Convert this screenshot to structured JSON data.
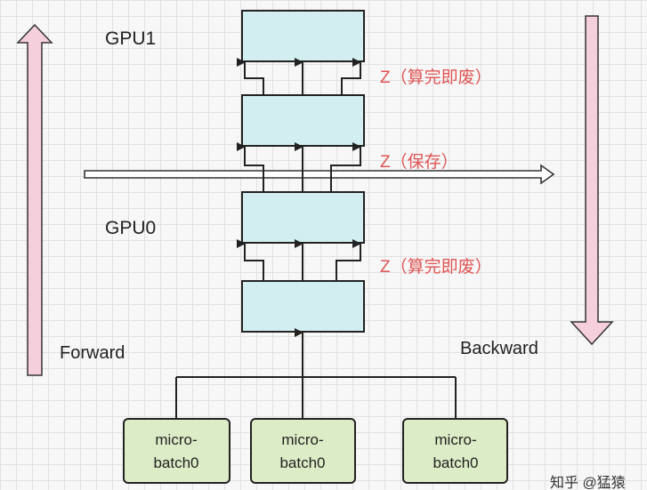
{
  "labels": {
    "gpu1": "GPU1",
    "gpu0": "GPU0",
    "forward": "Forward",
    "backward": "Backward",
    "z_top": "Z（算完即废）",
    "z_middle": "Z（保存）",
    "z_bottom": "Z（算完即废）"
  },
  "micro_batches": [
    {
      "line1": "micro-",
      "line2": "batch0"
    },
    {
      "line1": "micro-",
      "line2": "batch0"
    },
    {
      "line1": "micro-",
      "line2": "batch0"
    }
  ],
  "watermark": "知乎 @猛猿",
  "colors": {
    "layer_fill": "#d2eef0",
    "micro_batch_fill": "#dcecc6",
    "direction_arrow_fill": "#f6cfdc",
    "z_label": "#e05555"
  }
}
